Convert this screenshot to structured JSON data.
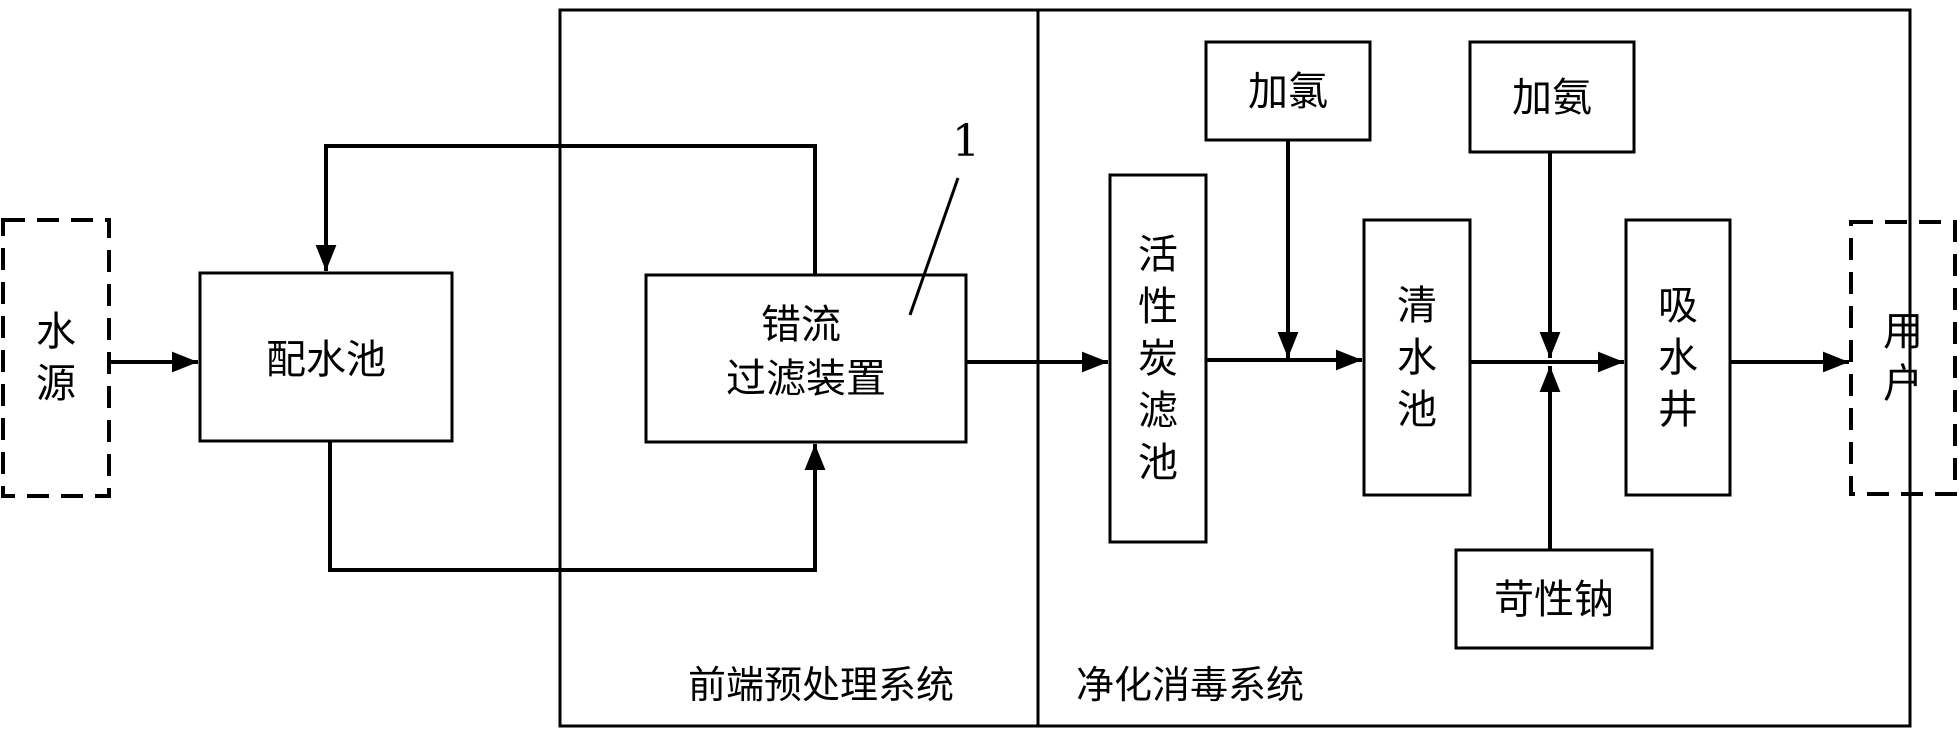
{
  "diagram": {
    "nodes": {
      "water_source": {
        "chars": [
          "水",
          "源"
        ]
      },
      "distribution_pool": {
        "label": "配水池"
      },
      "crossflow_filter": {
        "line1": "错流",
        "line2": "过滤装置"
      },
      "activated_carbon_filter": {
        "chars": [
          "活",
          "性",
          "炭",
          "滤",
          "池"
        ]
      },
      "add_chlorine": {
        "label": "加氯"
      },
      "clear_water_pool": {
        "chars": [
          "清",
          "水",
          "池"
        ]
      },
      "add_ammonia": {
        "label": "加氨"
      },
      "suction_well": {
        "chars": [
          "吸",
          "水",
          "井"
        ]
      },
      "caustic_soda": {
        "label": "苛性钠"
      },
      "user": {
        "chars": [
          "用",
          "户"
        ]
      }
    },
    "reference_number": "1",
    "systems": {
      "pretreatment": "前端预处理系统",
      "purification": "净化消毒系统"
    }
  }
}
